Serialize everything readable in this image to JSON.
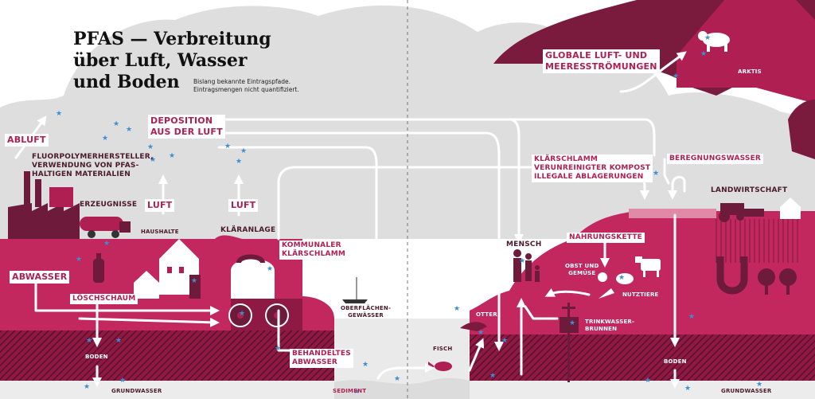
{
  "title": {
    "line1": "PFAS — Verbreitung",
    "line2": "über Luft, Wasser",
    "line3": "und Boden"
  },
  "subtitle": {
    "line1": "Bislang bekannte Eintragspfade.",
    "line2": "Eintragsmengen nicht quantifiziert."
  },
  "labels": {
    "abluft": "ABLUFT",
    "fluorpolymer_l1": "FLUORPOLYMERHERSTELLER,",
    "fluorpolymer_l2": "VERWENDUNG VON PFAS-",
    "fluorpolymer_l3": "HALTIGEN MATERIALIEN",
    "erzeugnisse": "ERZEUGNISSE",
    "luft_1": "LUFT",
    "luft_2": "LUFT",
    "haushalte": "HAUSHALTE",
    "klaeranlage": "KLÄRANLAGE",
    "deposition_l1": "DEPOSITION",
    "deposition_l2": "AUS DER LUFT",
    "abwasser": "ABWASSER",
    "loeschschaum": "LÖSCHSCHAUM",
    "kommunaler_l1": "KOMMUNALER",
    "kommunaler_l2": "KLÄRSCHLAMM",
    "oberflaechen_l1": "OBERFLÄCHEN-",
    "oberflaechen_l2": "GEWÄSSER",
    "behandeltes_l1": "BEHANDELTES",
    "behandeltes_l2": "ABWASSER",
    "boden_1": "BODEN",
    "grundwasser_1": "GRUNDWASSER",
    "sediment": "SEDIMENT",
    "fisch": "FISCH",
    "otter": "OTTER",
    "globale_l1": "GLOBALE LUFT- UND",
    "globale_l2": "MEERESSTRÖMUNGEN",
    "arktis": "ARKTIS",
    "klaerschlamm_l1": "KLÄRSCHLAMM",
    "klaerschlamm_l2": "VERUNREINIGTER KOMPOST",
    "klaerschlamm_l3": "ILLEGALE ABLAGERUNGEN",
    "beregnungswasser": "BEREGNUNGSWASSER",
    "landwirtschaft": "LANDWIRTSCHAFT",
    "mensch": "MENSCH",
    "nahrungskette": "NAHRUNGSKETTE",
    "obst_l1": "OBST UND",
    "obst_l2": "GEMÜSE",
    "nutztiere": "NUTZTIERE",
    "trinkwasser_l1": "TRINKWASSER-",
    "trinkwasser_l2": "BRUNNEN",
    "boden_2": "BODEN",
    "grundwasser_2": "GRUNDWASSER"
  },
  "colors": {
    "primary": "#b01f52",
    "dark": "#6e1a3a",
    "cloud": "#dedede",
    "star": "#3a8fd6"
  }
}
